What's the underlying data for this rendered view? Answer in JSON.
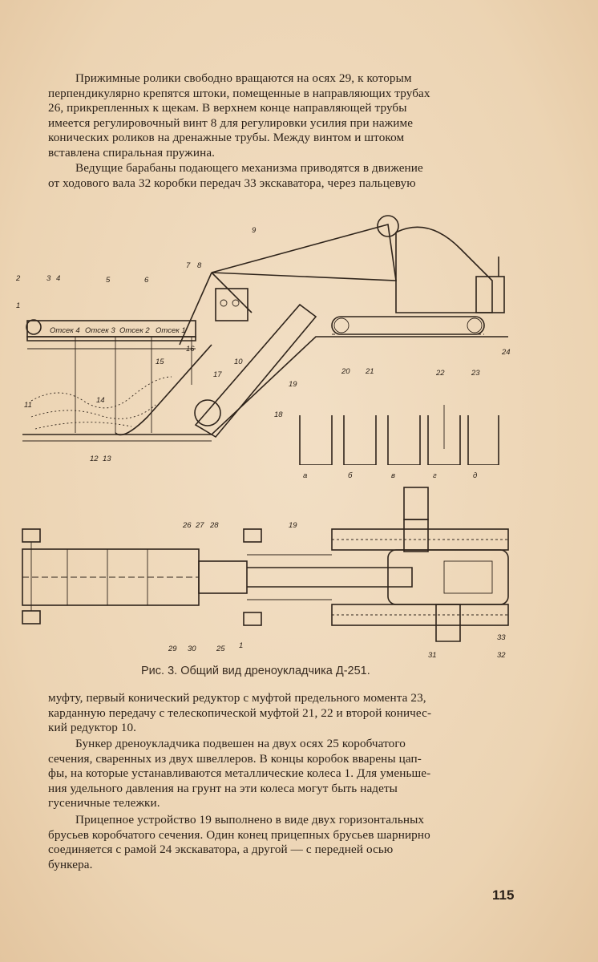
{
  "paragraphs": {
    "p1": [
      "Прижимные ролики свободно вращаются на осях 29, к которым",
      "перпендикулярно крепятся штоки, помещенные в направляющих трубах",
      "26, прикрепленных к щекам. В верхнем конце направляющей трубы",
      "имеется регулировочный винт 8 для регулировки усилия при нажиме",
      "конических роликов на дренажные трубы. Между винтом и штоком",
      "вставлена спиральная пружина."
    ],
    "p2": [
      "Ведущие барабаны подающего механизма приводятся в движение",
      "от ходового вала 32 коробки передач 33 экскаватора, через пальцевую"
    ],
    "p3": [
      "муфту, первый конический редуктор с муфтой предельного момента 23,",
      "карданную передачу с телескопической муфтой 21, 22 и второй коничес-",
      "кий редуктор 10."
    ],
    "p4": [
      "Бункер дреноукладчика подвешен на двух осях 25 коробчатого",
      "сечения, сваренных из двух швеллеров. В концы коробок вварены цап-",
      "фы, на которые устанавливаются металлические колеса 1. Для уменьше-",
      "ния удельного давления на грунт на эти колеса могут быть надеты",
      "гусеничные тележки."
    ],
    "p5": [
      "Прицепное устройство 19 выполнено в виде двух горизонтальных",
      "брусьев коробчатого сечения. Один конец прицепных брусьев шарнирно",
      "соединяется с рамой 24 экскаватора, а другой — с передней осью",
      "бункера."
    ]
  },
  "figure": {
    "caption": "Рис. 3. Общий вид дреноукладчика Д-251.",
    "compartments": [
      "Отсек 4",
      "Отсек 3",
      "Отсек 2",
      "Отсек 1"
    ],
    "side_labels": [
      "1",
      "2",
      "3",
      "4",
      "5",
      "6",
      "7",
      "8",
      "9",
      "10",
      "11",
      "12",
      "13",
      "14",
      "15",
      "16",
      "17",
      "18",
      "19",
      "20",
      "21",
      "22",
      "23",
      "24"
    ],
    "plan_labels": [
      "26",
      "27",
      "28",
      "19",
      "29",
      "30",
      "25",
      "1",
      "31",
      "32",
      "33"
    ],
    "trench_labels": [
      "а",
      "б",
      "в",
      "г",
      "д"
    ]
  },
  "page_number": "115"
}
